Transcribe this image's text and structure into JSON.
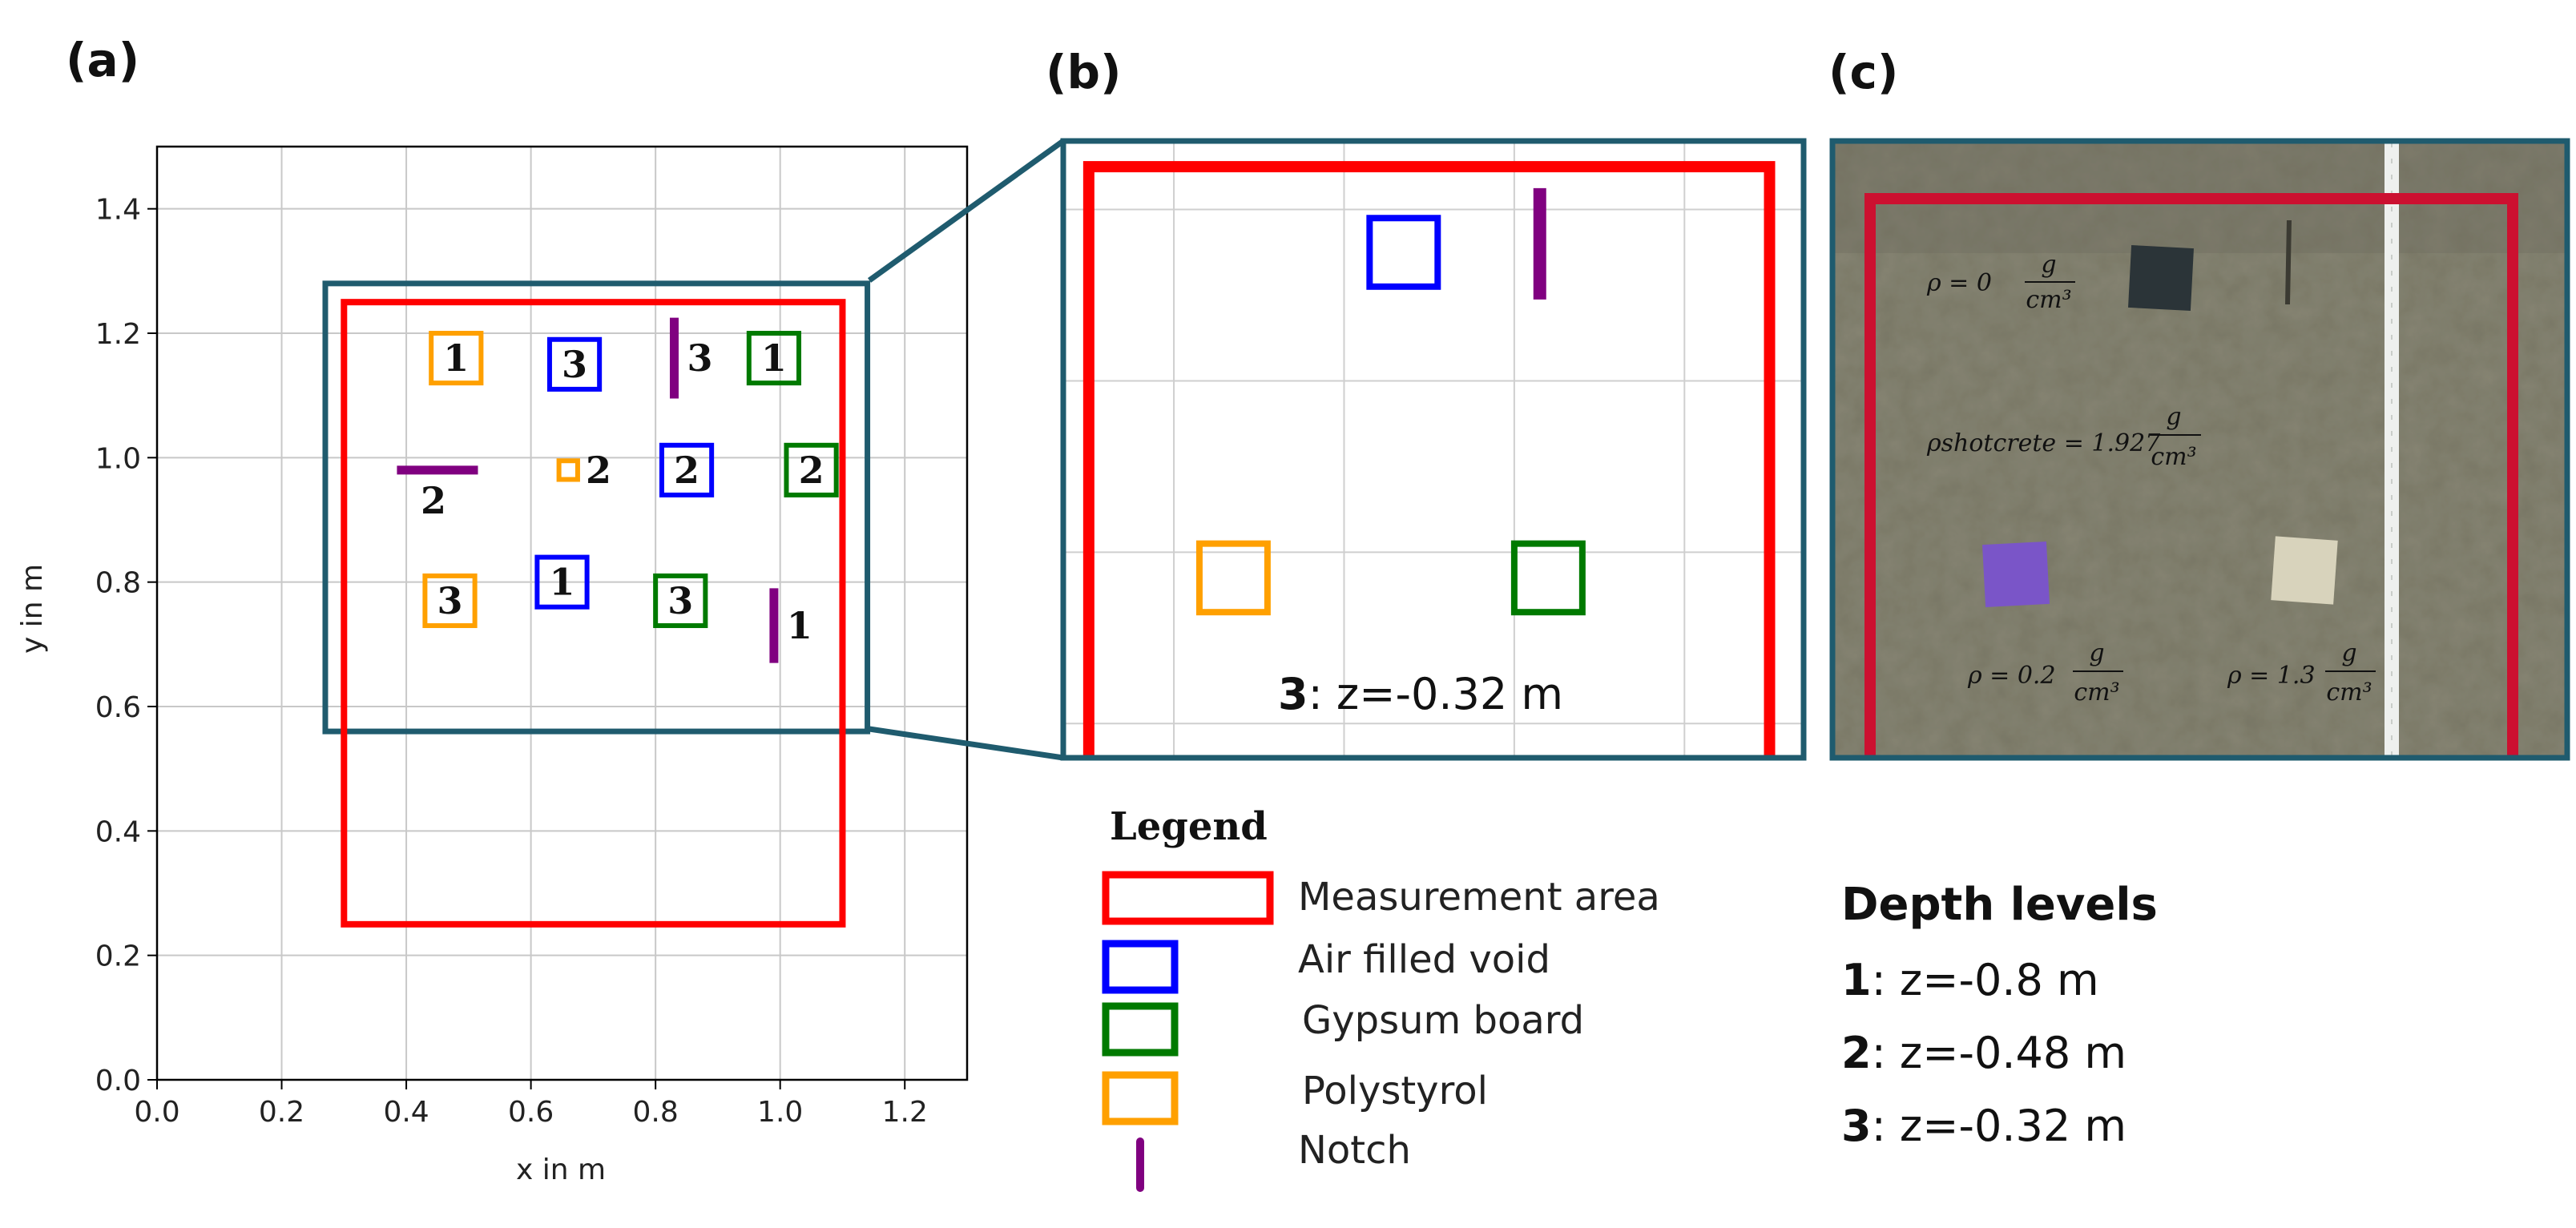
{
  "panels": {
    "a": "(a)",
    "b": "(b)",
    "c": "(c)"
  },
  "colors": {
    "measurement": "#ff0000",
    "air": "#0000ff",
    "gypsum": "#007a00",
    "polystyrol": "#ffa000",
    "notch": "#800080",
    "zoom": "#1f5b6e",
    "photo_frame": "#cc1030"
  },
  "chart_data": {
    "type": "scatter",
    "xlabel": "x in m",
    "ylabel": "y in m",
    "xlim": [
      0.0,
      1.3
    ],
    "ylim": [
      0.0,
      1.5
    ],
    "xticks": [
      "0.0",
      "0.2",
      "0.4",
      "0.6",
      "0.8",
      "1.0",
      "1.2"
    ],
    "yticks": [
      "0.0",
      "0.2",
      "0.4",
      "0.6",
      "0.8",
      "1.0",
      "1.2",
      "1.4"
    ],
    "grid": true,
    "measurement_area": {
      "x0": 0.3,
      "x1": 1.1,
      "y0": 0.25,
      "y1": 1.25
    },
    "zoom_region": {
      "x0": 0.27,
      "x1": 1.14,
      "y0": 0.56,
      "y1": 1.28
    },
    "objects": [
      {
        "type": "polystyrol",
        "label": "1",
        "x": 0.48,
        "y": 1.16,
        "w": 0.08,
        "h": 0.08
      },
      {
        "type": "air",
        "label": "3",
        "x": 0.67,
        "y": 1.15,
        "w": 0.08,
        "h": 0.08
      },
      {
        "type": "notch",
        "label": "3",
        "x": 0.83,
        "y": 1.16,
        "len": 0.13,
        "orient": "v"
      },
      {
        "type": "gypsum",
        "label": "1",
        "x": 0.99,
        "y": 1.16,
        "w": 0.08,
        "h": 0.08
      },
      {
        "type": "notch",
        "label": "2",
        "x": 0.45,
        "y": 0.98,
        "len": 0.13,
        "orient": "h"
      },
      {
        "type": "polystyrol",
        "label": "2",
        "x": 0.66,
        "y": 0.98,
        "w": 0.03,
        "h": 0.03
      },
      {
        "type": "air",
        "label": "2",
        "x": 0.85,
        "y": 0.98,
        "w": 0.08,
        "h": 0.08
      },
      {
        "type": "gypsum",
        "label": "2",
        "x": 1.05,
        "y": 0.98,
        "w": 0.08,
        "h": 0.08
      },
      {
        "type": "polystyrol",
        "label": "3",
        "x": 0.47,
        "y": 0.77,
        "w": 0.08,
        "h": 0.08
      },
      {
        "type": "air",
        "label": "1",
        "x": 0.65,
        "y": 0.8,
        "w": 0.08,
        "h": 0.08
      },
      {
        "type": "gypsum",
        "label": "3",
        "x": 0.84,
        "y": 0.77,
        "w": 0.08,
        "h": 0.08
      },
      {
        "type": "notch",
        "label": "1",
        "x": 0.99,
        "y": 0.73,
        "len": 0.12,
        "orient": "v"
      }
    ]
  },
  "zoom": {
    "depth_num": "3",
    "depth_text": ": z=-0.32 m"
  },
  "photo": {
    "formulas": [
      {
        "lhs": "ρ = 0",
        "num": "g",
        "den": "cm³"
      },
      {
        "lhs": "ρshotcrete = 1.927",
        "num": "g",
        "den": "cm³"
      },
      {
        "lhs": "ρ = 0.2",
        "num": "g",
        "den": "cm³"
      },
      {
        "lhs": "ρ = 1.3",
        "num": "g",
        "den": "cm³"
      }
    ]
  },
  "legend": {
    "title": "Legend",
    "items": [
      {
        "type": "measurement",
        "label": "Measurement area"
      },
      {
        "type": "air",
        "label": "Air filled void"
      },
      {
        "type": "gypsum",
        "label": "Gypsum board"
      },
      {
        "type": "polystyrol",
        "label": "Polystyrol"
      },
      {
        "type": "notch",
        "label": "Notch"
      }
    ]
  },
  "depth": {
    "title": "Depth levels",
    "levels": [
      {
        "num": "1",
        "text": ": z=-0.8 m"
      },
      {
        "num": "2",
        "text": ": z=-0.48 m"
      },
      {
        "num": "3",
        "text": ": z=-0.32 m"
      }
    ]
  }
}
